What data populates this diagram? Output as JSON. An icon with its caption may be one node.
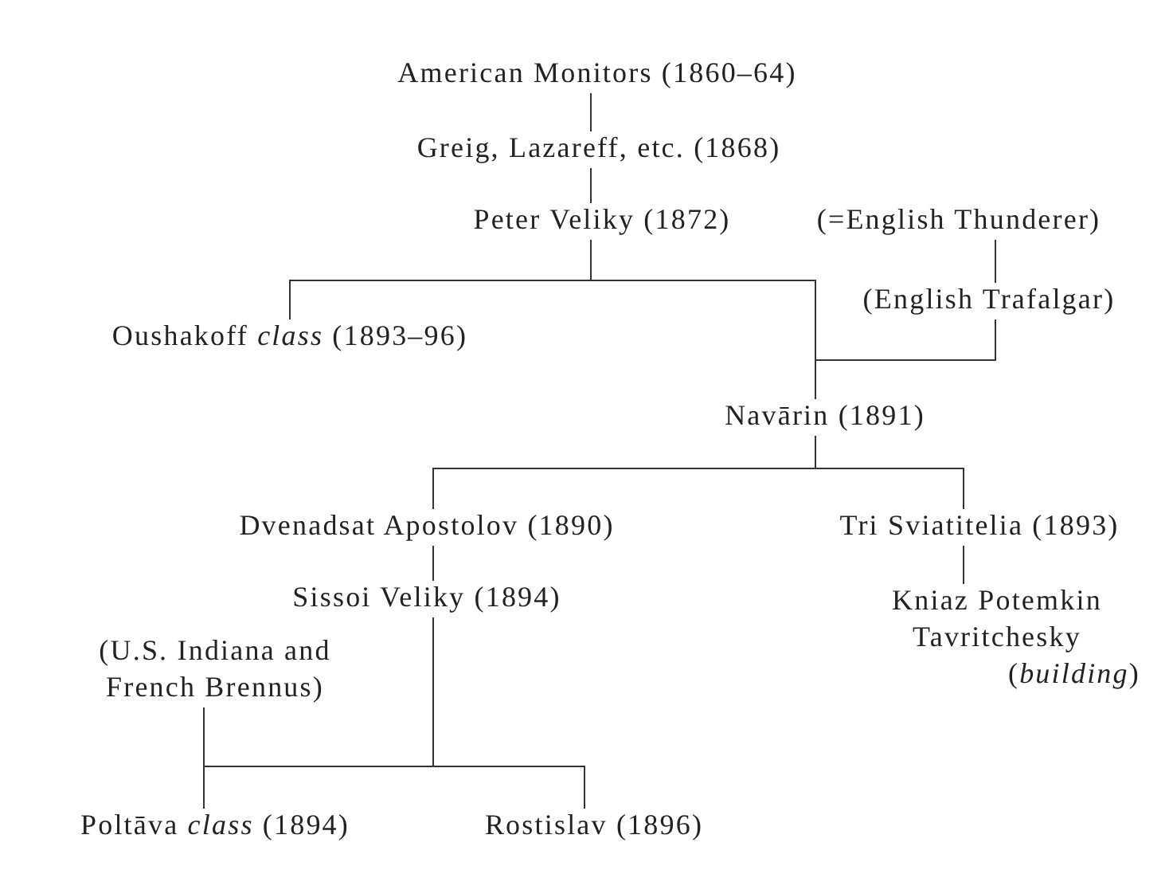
{
  "diagram": {
    "nodes": [
      {
        "text": [
          "American Monitors (1860–64)"
        ]
      },
      {
        "text": [
          "Greig, Lazareff, etc. (1868)"
        ]
      },
      {
        "text": [
          "Peter Veliky (1872)"
        ]
      },
      {
        "text": [
          "(=English Thunderer)"
        ]
      },
      {
        "text": [
          "Oushakoff *class* (1893–96)"
        ]
      },
      {
        "text": [
          "(English Trafalgar)"
        ]
      },
      {
        "text": [
          "Navārin (1891)"
        ]
      },
      {
        "text": [
          "Dvenadsat Apostolov (1890)"
        ]
      },
      {
        "text": [
          "Tri Sviatitelia (1893)"
        ]
      },
      {
        "text": [
          "Sissoi Veliky (1894)"
        ]
      },
      {
        "text": [
          "(U.S. Indiana and French Brennus)"
        ]
      },
      {
        "text": [
          "Kniaz Potemkin Tavritchesky",
          "(*building*)"
        ]
      },
      {
        "text": [
          "Poltāva *class* (1894)"
        ]
      },
      {
        "text": [
          "Rostislav (1896)"
        ]
      }
    ],
    "edges": [
      {
        "from": 0,
        "to": 1,
        "arrow": "none"
      },
      {
        "from": 1,
        "to": 2,
        "arrow": "none"
      },
      {
        "from": 2,
        "to": 4,
        "arrow": "none"
      },
      {
        "from": 2,
        "to": 6,
        "arrow": "none"
      },
      {
        "from": 3,
        "to": 5,
        "arrow": "none"
      },
      {
        "from": 5,
        "to": 6,
        "arrow": "none"
      },
      {
        "from": 6,
        "to": 7,
        "arrow": "none"
      },
      {
        "from": 6,
        "to": 8,
        "arrow": "none"
      },
      {
        "from": 7,
        "to": 9,
        "arrow": "none"
      },
      {
        "from": 8,
        "to": 11,
        "arrow": "none"
      },
      {
        "from": 9,
        "to": 12,
        "arrow": "none"
      },
      {
        "from": 9,
        "to": 13,
        "arrow": "none"
      },
      {
        "from": 10,
        "to": 12,
        "arrow": "none"
      },
      {
        "from": 10,
        "to": 13,
        "arrow": "none"
      }
    ]
  }
}
